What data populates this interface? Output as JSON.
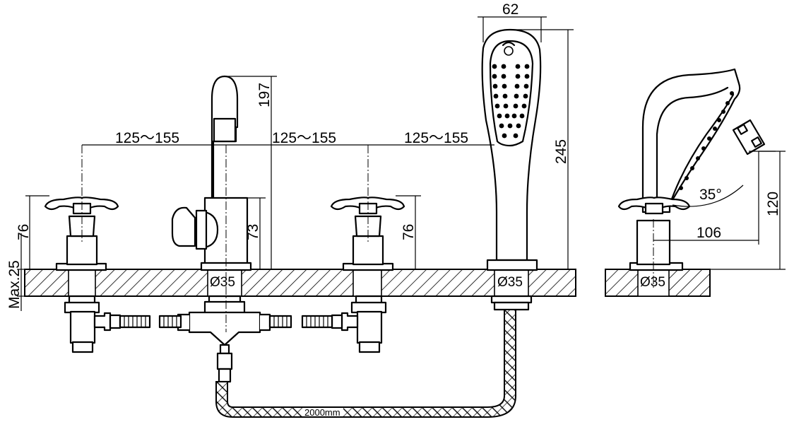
{
  "colors": {
    "line": "#000000",
    "background": "#ffffff"
  },
  "dimensions": {
    "spacing_left": "125～155",
    "spacing_mid": "125～155",
    "spacing_right": "125～155",
    "spout_height": "197",
    "left_handle_height": "76",
    "spout_body_height": "73",
    "right_handle_height": "76",
    "deck_thickness": "Max.25",
    "hole_spout": "Ø35",
    "hole_shower": "Ø35",
    "hole_side": "Ø35",
    "handshower_width": "62",
    "handshower_length": "245",
    "side_height": "120",
    "side_reach": "106",
    "side_angle": "35°",
    "hose_length": "2000mm"
  }
}
